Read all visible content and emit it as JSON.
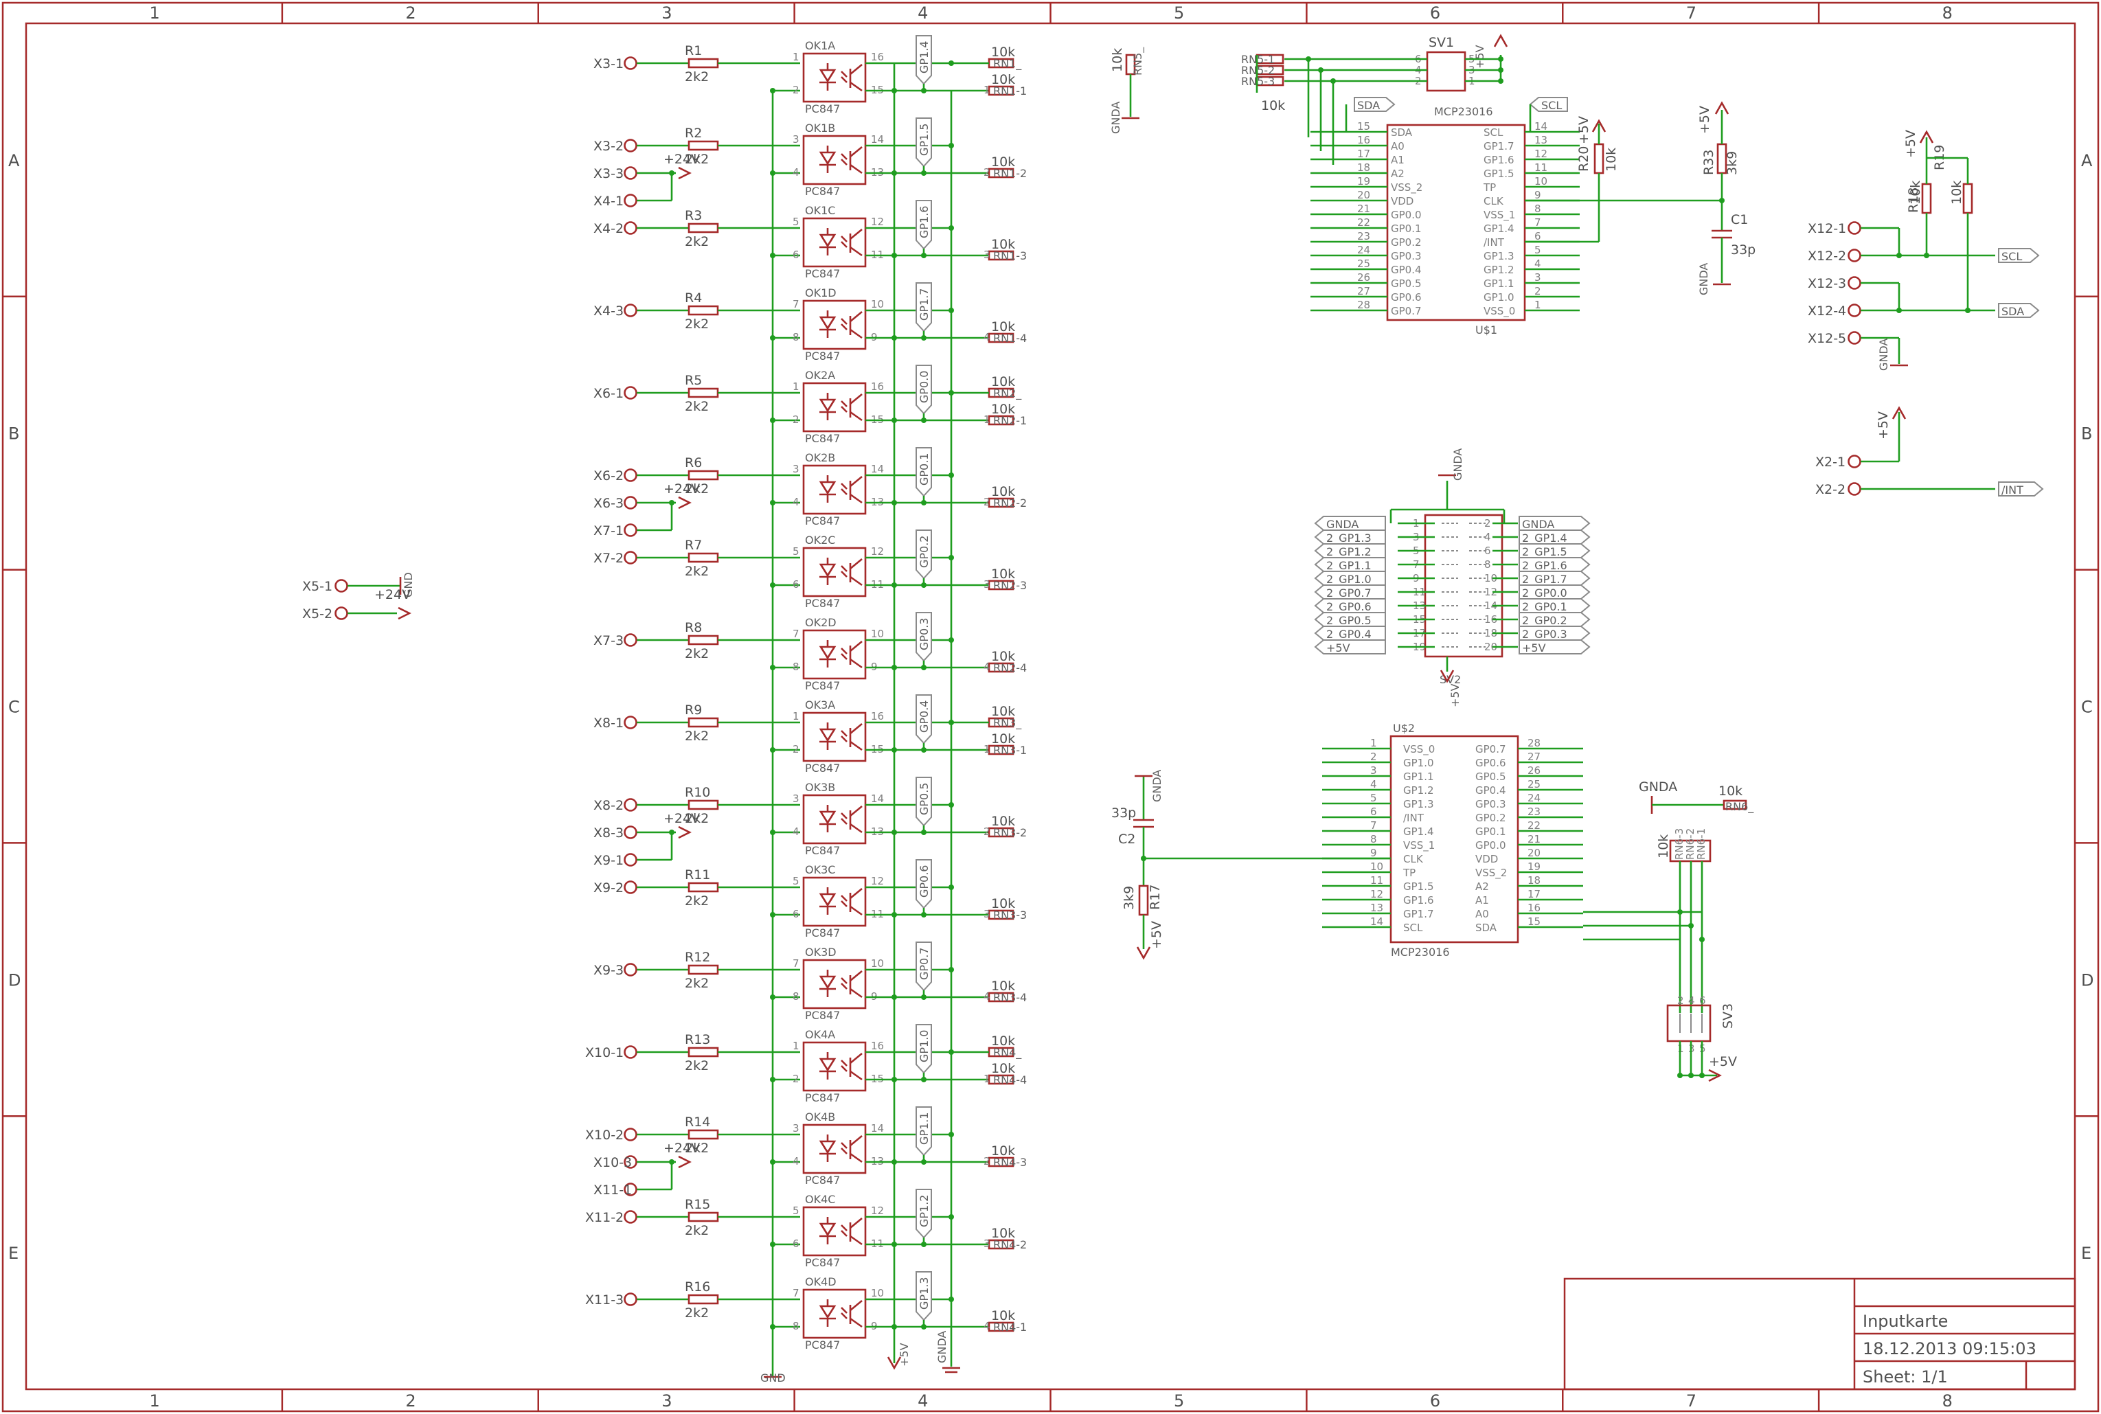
{
  "colors": {
    "frame": "#a52a2a",
    "wire": "#1f9d1f",
    "label": "#505050",
    "flag": "#8a8a8a"
  },
  "zones": {
    "columns": [
      "1",
      "2",
      "3",
      "4",
      "5",
      "6",
      "7",
      "8"
    ],
    "rows": [
      "A",
      "B",
      "C",
      "D",
      "E"
    ]
  },
  "title_block": {
    "title": "Inputkarte",
    "date": "18.12.2013 09:15:03",
    "sheet": "Sheet: 1/1"
  },
  "inputs": [
    {
      "a": "X3-1",
      "r": "R1",
      "v": "2k2",
      "ok": "OK1A",
      "t": "PC847",
      "gp": "GP1.4",
      "pa": "1",
      "pb": "2",
      "pc": "16",
      "pd": "15",
      "rn": "RN1-1"
    },
    {
      "a": "X3-2",
      "r": "R2",
      "v": "2k2",
      "ok": "OK1B",
      "t": "PC847",
      "gp": "GP1.5",
      "pa": "3",
      "pb": "4",
      "pc": "14",
      "pd": "13",
      "rn": "RN1-2",
      "b": "X3-3",
      "c": "X4-1",
      "p24": "+24V"
    },
    {
      "a": "X4-2",
      "r": "R3",
      "v": "2k2",
      "ok": "OK1C",
      "t": "PC847",
      "gp": "GP1.6",
      "pa": "5",
      "pb": "6",
      "pc": "12",
      "pd": "11",
      "rn": "RN1-3"
    },
    {
      "a": "X4-3",
      "r": "R4",
      "v": "2k2",
      "ok": "OK1D",
      "t": "PC847",
      "gp": "GP1.7",
      "pa": "7",
      "pb": "8",
      "pc": "10",
      "pd": "9",
      "rn": "RN1-4"
    },
    {
      "a": "X6-1",
      "r": "R5",
      "v": "2k2",
      "ok": "OK2A",
      "t": "PC847",
      "gp": "GP0.0",
      "pa": "1",
      "pb": "2",
      "pc": "16",
      "pd": "15",
      "rn": "RN2-1"
    },
    {
      "a": "X6-2",
      "r": "R6",
      "v": "2k2",
      "ok": "OK2B",
      "t": "PC847",
      "gp": "GP0.1",
      "pa": "3",
      "pb": "4",
      "pc": "14",
      "pd": "13",
      "rn": "RN2-2",
      "b": "X6-3",
      "c": "X7-1",
      "p24": "+24V"
    },
    {
      "a": "X7-2",
      "r": "R7",
      "v": "2k2",
      "ok": "OK2C",
      "t": "PC847",
      "gp": "GP0.2",
      "pa": "5",
      "pb": "6",
      "pc": "12",
      "pd": "11",
      "rn": "RN2-3"
    },
    {
      "a": "X7-3",
      "r": "R8",
      "v": "2k2",
      "ok": "OK2D",
      "t": "PC847",
      "gp": "GP0.3",
      "pa": "7",
      "pb": "8",
      "pc": "10",
      "pd": "9",
      "rn": "RN2-4"
    },
    {
      "a": "X8-1",
      "r": "R9",
      "v": "2k2",
      "ok": "OK3A",
      "t": "PC847",
      "gp": "GP0.4",
      "pa": "1",
      "pb": "2",
      "pc": "16",
      "pd": "15",
      "rn": "RN3-1"
    },
    {
      "a": "X8-2",
      "r": "R10",
      "v": "2k2",
      "ok": "OK3B",
      "t": "PC847",
      "gp": "GP0.5",
      "pa": "3",
      "pb": "4",
      "pc": "14",
      "pd": "13",
      "rn": "RN3-2",
      "b": "X8-3",
      "c": "X9-1",
      "p24": "+24V"
    },
    {
      "a": "X9-2",
      "r": "R11",
      "v": "2k2",
      "ok": "OK3C",
      "t": "PC847",
      "gp": "GP0.6",
      "pa": "5",
      "pb": "6",
      "pc": "12",
      "pd": "11",
      "rn": "RN3-3"
    },
    {
      "a": "X9-3",
      "r": "R12",
      "v": "2k2",
      "ok": "OK3D",
      "t": "PC847",
      "gp": "GP0.7",
      "pa": "7",
      "pb": "8",
      "pc": "10",
      "pd": "9",
      "rn": "RN3-4"
    },
    {
      "a": "X10-1",
      "r": "R13",
      "v": "2k2",
      "ok": "OK4A",
      "t": "PC847",
      "gp": "GP1.0",
      "pa": "1",
      "pb": "2",
      "pc": "16",
      "pd": "15",
      "rn": "RN4-4"
    },
    {
      "a": "X10-2",
      "r": "R14",
      "v": "2k2",
      "ok": "OK4B",
      "t": "PC847",
      "gp": "GP1.1",
      "pa": "3",
      "pb": "4",
      "pc": "14",
      "pd": "13",
      "rn": "RN4-3",
      "b": "X10-3",
      "c": "X11-1",
      "p24": "+24V"
    },
    {
      "a": "X11-2",
      "r": "R15",
      "v": "2k2",
      "ok": "OK4C",
      "t": "PC847",
      "gp": "GP1.2",
      "pa": "5",
      "pb": "6",
      "pc": "12",
      "pd": "11",
      "rn": "RN4-2"
    },
    {
      "a": "X11-3",
      "r": "R16",
      "v": "2k2",
      "ok": "OK4D",
      "t": "PC847",
      "gp": "GP1.3",
      "pa": "7",
      "pb": "8",
      "pc": "10",
      "pd": "9",
      "rn": "RN4-1"
    }
  ],
  "rn_value": "10k",
  "rn_extra": [
    "RN1_",
    "RN2_",
    "RN3_",
    "RN4_"
  ],
  "bus_labels": {
    "gnd": "GND",
    "p5v": "+5V",
    "gnda": "GNDA"
  },
  "x5": {
    "a": "X5-1",
    "b": "X5-2",
    "p24": "+24V",
    "gnd": "GND"
  },
  "rn5": {
    "name": "RN5_",
    "value": "10k",
    "gnda": "GNDA"
  },
  "sv1": {
    "name": "SV1",
    "pins_left": [
      "6",
      "4",
      "2"
    ],
    "pins_right": [
      "5",
      "3",
      "1"
    ],
    "rn": [
      "RN5-1",
      "RN5-2",
      "RN5-3"
    ],
    "value": "10k",
    "p5v": "+5V"
  },
  "u1": {
    "name": "U$1",
    "type": "MCP23016",
    "left": [
      [
        "15",
        "SDA"
      ],
      [
        "16",
        "A0"
      ],
      [
        "17",
        "A1"
      ],
      [
        "18",
        "A2"
      ],
      [
        "19",
        "VSS_2"
      ],
      [
        "20",
        "VDD"
      ],
      [
        "21",
        "GP0.0"
      ],
      [
        "22",
        "GP0.1"
      ],
      [
        "23",
        "GP0.2"
      ],
      [
        "24",
        "GP0.3"
      ],
      [
        "25",
        "GP0.4"
      ],
      [
        "26",
        "GP0.5"
      ],
      [
        "27",
        "GP0.6"
      ],
      [
        "28",
        "GP0.7"
      ]
    ],
    "right": [
      [
        "14",
        "SCL"
      ],
      [
        "13",
        "GP1.7"
      ],
      [
        "12",
        "GP1.6"
      ],
      [
        "11",
        "GP1.5"
      ],
      [
        "10",
        "TP"
      ],
      [
        "9",
        "CLK"
      ],
      [
        "8",
        "VSS_1"
      ],
      [
        "7",
        "GP1.4"
      ],
      [
        "6",
        "/INT"
      ],
      [
        "5",
        "GP1.3"
      ],
      [
        "4",
        "GP1.2"
      ],
      [
        "3",
        "GP1.1"
      ],
      [
        "2",
        "GP1.0"
      ],
      [
        "1",
        "VSS_0"
      ]
    ],
    "sda_flag": "SDA",
    "scl_flag": "SCL"
  },
  "r20": {
    "name": "R20",
    "value": "10k",
    "p5v": "+5V"
  },
  "r33": {
    "name": "R33",
    "value": "3k9",
    "p5v": "+5V"
  },
  "c1": {
    "name": "C1",
    "value": "33p",
    "gnda": "GNDA"
  },
  "x12": {
    "pins": [
      "X12-1",
      "X12-2",
      "X12-3",
      "X12-4",
      "X12-5"
    ],
    "scl": "SCL",
    "sda": "SDA",
    "r18": "R18",
    "r19": "R19",
    "value": "10k",
    "p5v": "+5V",
    "gnda": "GNDA"
  },
  "x2": {
    "pins": [
      "X2-1",
      "X2-2"
    ],
    "p5v": "+5V",
    "int": "/INT"
  },
  "sv2": {
    "name": "SV2",
    "gnda": "GNDA",
    "p5v": "+5V",
    "left_pins": [
      "1",
      "3",
      "5",
      "7",
      "9",
      "11",
      "13",
      "15",
      "17",
      "19"
    ],
    "right_pins": [
      "2",
      "4",
      "6",
      "8",
      "10",
      "12",
      "14",
      "16",
      "18",
      "20"
    ],
    "left_flags": [
      "GNDA",
      "2_GP1.3",
      "2_GP1.2",
      "2_GP1.1",
      "2_GP1.0",
      "2_GP0.7",
      "2_GP0.6",
      "2_GP0.5",
      "2_GP0.4",
      "+5V"
    ],
    "right_flags": [
      "GNDA",
      "2_GP1.4",
      "2_GP1.5",
      "2_GP1.6",
      "2_GP1.7",
      "2_GP0.0",
      "2_GP0.1",
      "2_GP0.2",
      "2_GP0.3",
      "+5V"
    ]
  },
  "u2": {
    "name": "U$2",
    "type": "MCP23016",
    "left": [
      [
        "1",
        "VSS_0"
      ],
      [
        "2",
        "GP1.0"
      ],
      [
        "3",
        "GP1.1"
      ],
      [
        "4",
        "GP1.2"
      ],
      [
        "5",
        "GP1.3"
      ],
      [
        "6",
        "/INT"
      ],
      [
        "7",
        "GP1.4"
      ],
      [
        "8",
        "VSS_1"
      ],
      [
        "9",
        "CLK"
      ],
      [
        "10",
        "TP"
      ],
      [
        "11",
        "GP1.5"
      ],
      [
        "12",
        "GP1.6"
      ],
      [
        "13",
        "GP1.7"
      ],
      [
        "14",
        "SCL"
      ]
    ],
    "right": [
      [
        "28",
        "GP0.7"
      ],
      [
        "27",
        "GP0.6"
      ],
      [
        "26",
        "GP0.5"
      ],
      [
        "25",
        "GP0.4"
      ],
      [
        "24",
        "GP0.3"
      ],
      [
        "23",
        "GP0.2"
      ],
      [
        "22",
        "GP0.1"
      ],
      [
        "21",
        "GP0.0"
      ],
      [
        "20",
        "VDD"
      ],
      [
        "19",
        "VSS_2"
      ],
      [
        "18",
        "A2"
      ],
      [
        "17",
        "A1"
      ],
      [
        "16",
        "A0"
      ],
      [
        "15",
        "SDA"
      ]
    ]
  },
  "c2": {
    "name": "C2",
    "value": "33p",
    "gnda": "GNDA"
  },
  "r17": {
    "name": "R17",
    "value": "3k9",
    "p5v": "+5V"
  },
  "rn6": {
    "name": "RN6_",
    "value": "10k",
    "gnda": "GNDA",
    "parts": [
      "RN6-3",
      "RN6-2",
      "RN6-1"
    ]
  },
  "sv3": {
    "name": "SV3",
    "p5v": "+5V",
    "pins_top": [
      "2",
      "4",
      "6"
    ],
    "pins_bottom": [
      "1",
      "3",
      "5"
    ]
  }
}
